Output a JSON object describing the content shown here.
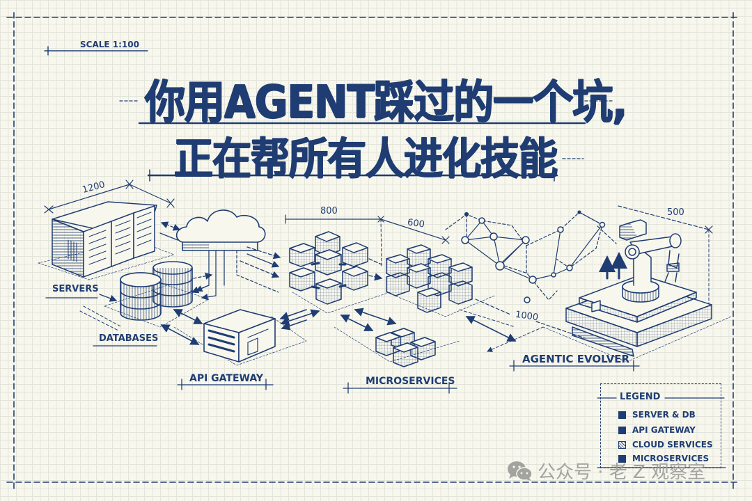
{
  "frame": {
    "scale_label": "SCALE 1:100"
  },
  "title": {
    "line1": "你用AGENT踩过的一个坑,",
    "line2": "正在帮所有人进化技能"
  },
  "dimensions": {
    "servers_width": "1200",
    "cluster_a_width": "800",
    "cluster_b_width": "600",
    "flow_length": "1000",
    "evolver_width": "500"
  },
  "components": {
    "servers": "SERVERS",
    "databases": "DATABASES",
    "api_gateway": "API GATEWAY",
    "microservices": "MICROSERVICES",
    "agentic_evolver": "AGENTIC EVOLVER"
  },
  "legend": {
    "title": "LEGEND",
    "items": [
      {
        "label": "SERVER & DB",
        "swatch": "solid"
      },
      {
        "label": "API GATEWAY",
        "swatch": "solid"
      },
      {
        "label": "CLOUD SERVICES",
        "swatch": "hatched"
      },
      {
        "label": "MICROSERVICES",
        "swatch": "solid"
      }
    ]
  },
  "watermark": {
    "icon": "wechat-icon",
    "text": "公众号 · 老 Z 观察室"
  },
  "colors": {
    "ink": "#1f3d73",
    "paper": "#f8f7ee",
    "grid": "#e3e5da",
    "watermark": "#9a9a98"
  }
}
